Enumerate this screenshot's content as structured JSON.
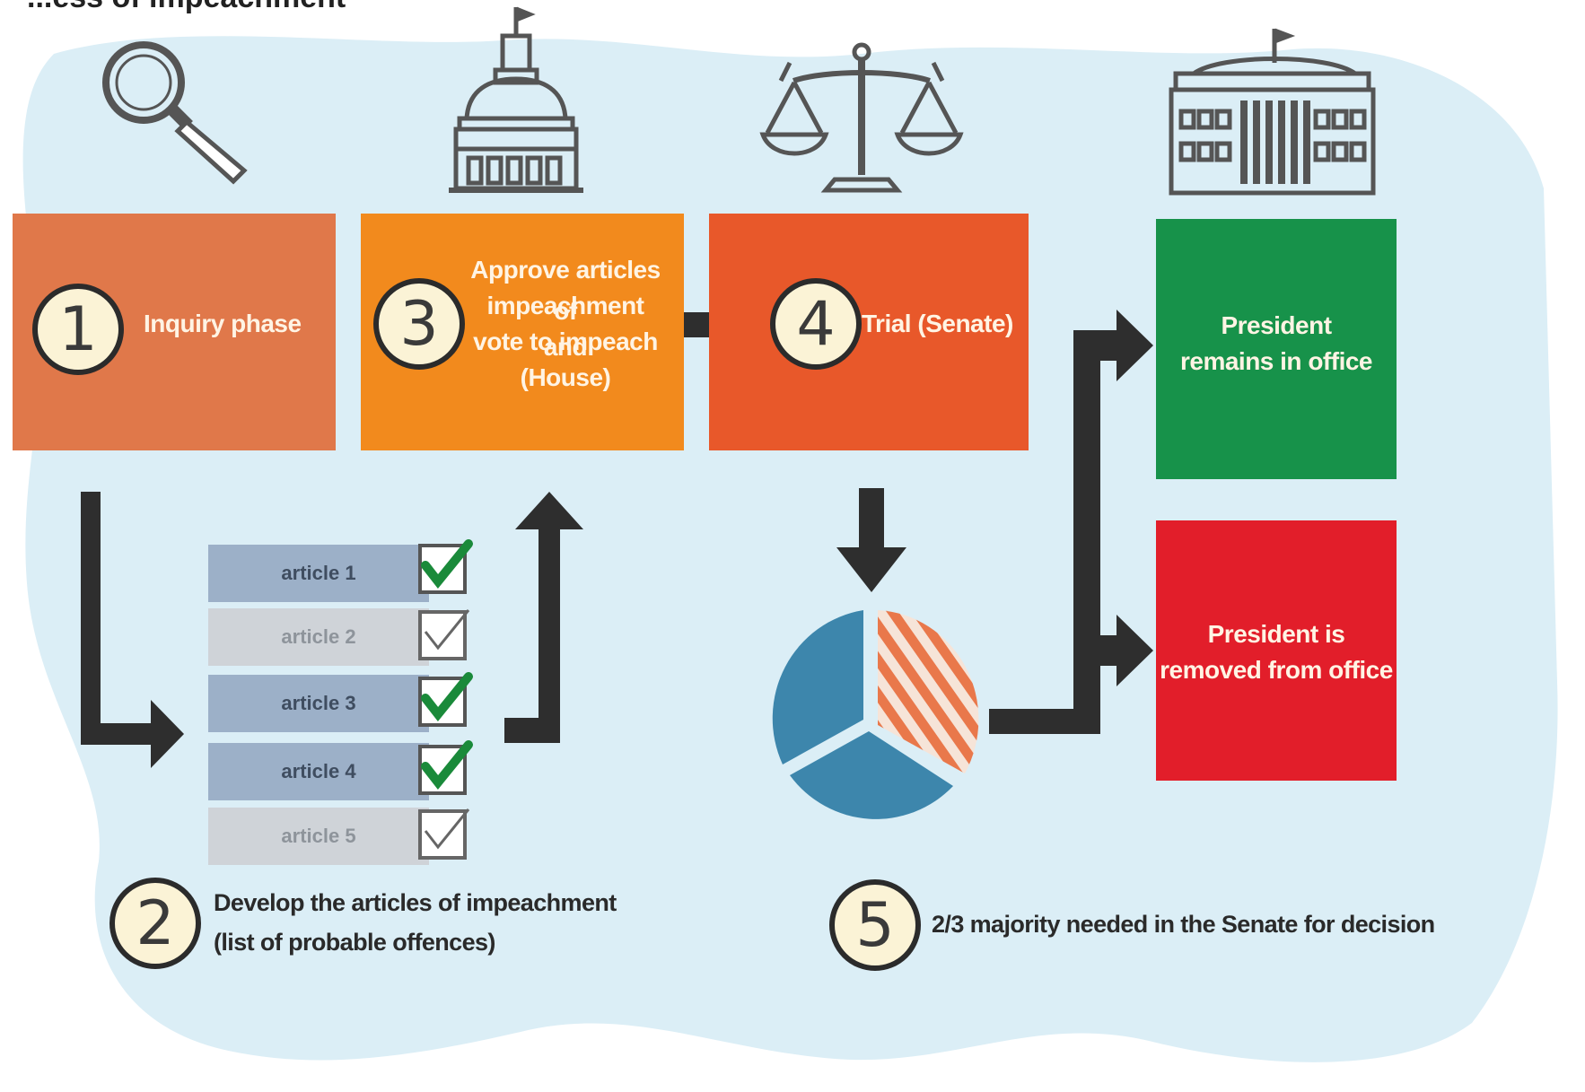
{
  "title_fragment": "...ess of impeachment",
  "steps": {
    "s1": {
      "num": "1",
      "label": "Inquiry phase"
    },
    "s2": {
      "num": "2",
      "line1": "Develop the articles of impeachment",
      "line2": "(list of probable offences)"
    },
    "s3": {
      "num": "3",
      "line1": "Approve articles of",
      "line2": "impeachment and",
      "line3": "vote to impeach",
      "line4": "(House)"
    },
    "s4": {
      "num": "4",
      "label": "Trial (Senate)"
    },
    "s5": {
      "num": "5",
      "label": "2/3 majority needed in the Senate for decision"
    }
  },
  "outcomes": {
    "remain": {
      "line1": "President",
      "line2": "remains in office"
    },
    "removed": {
      "line1": "President is",
      "line2": "removed from office"
    }
  },
  "articles": [
    {
      "label": "article 1",
      "checked": true
    },
    {
      "label": "article 2",
      "checked": false
    },
    {
      "label": "article 3",
      "checked": true
    },
    {
      "label": "article 4",
      "checked": true
    },
    {
      "label": "article 5",
      "checked": false
    }
  ],
  "icons": [
    "magnifying-glass-icon",
    "capitol-dome-icon",
    "scales-of-justice-icon",
    "white-house-icon",
    "pie-chart-icon"
  ],
  "colors": {
    "step1": "#e0784a",
    "step3": "#f28a1d",
    "step4": "#e8582a",
    "remain": "#17924a",
    "removed": "#e21e2a",
    "cloud": "#dbeef6",
    "arrow": "#2e2e2e",
    "pie_blue": "#3d86ac",
    "pie_orange": "#e9784b"
  }
}
